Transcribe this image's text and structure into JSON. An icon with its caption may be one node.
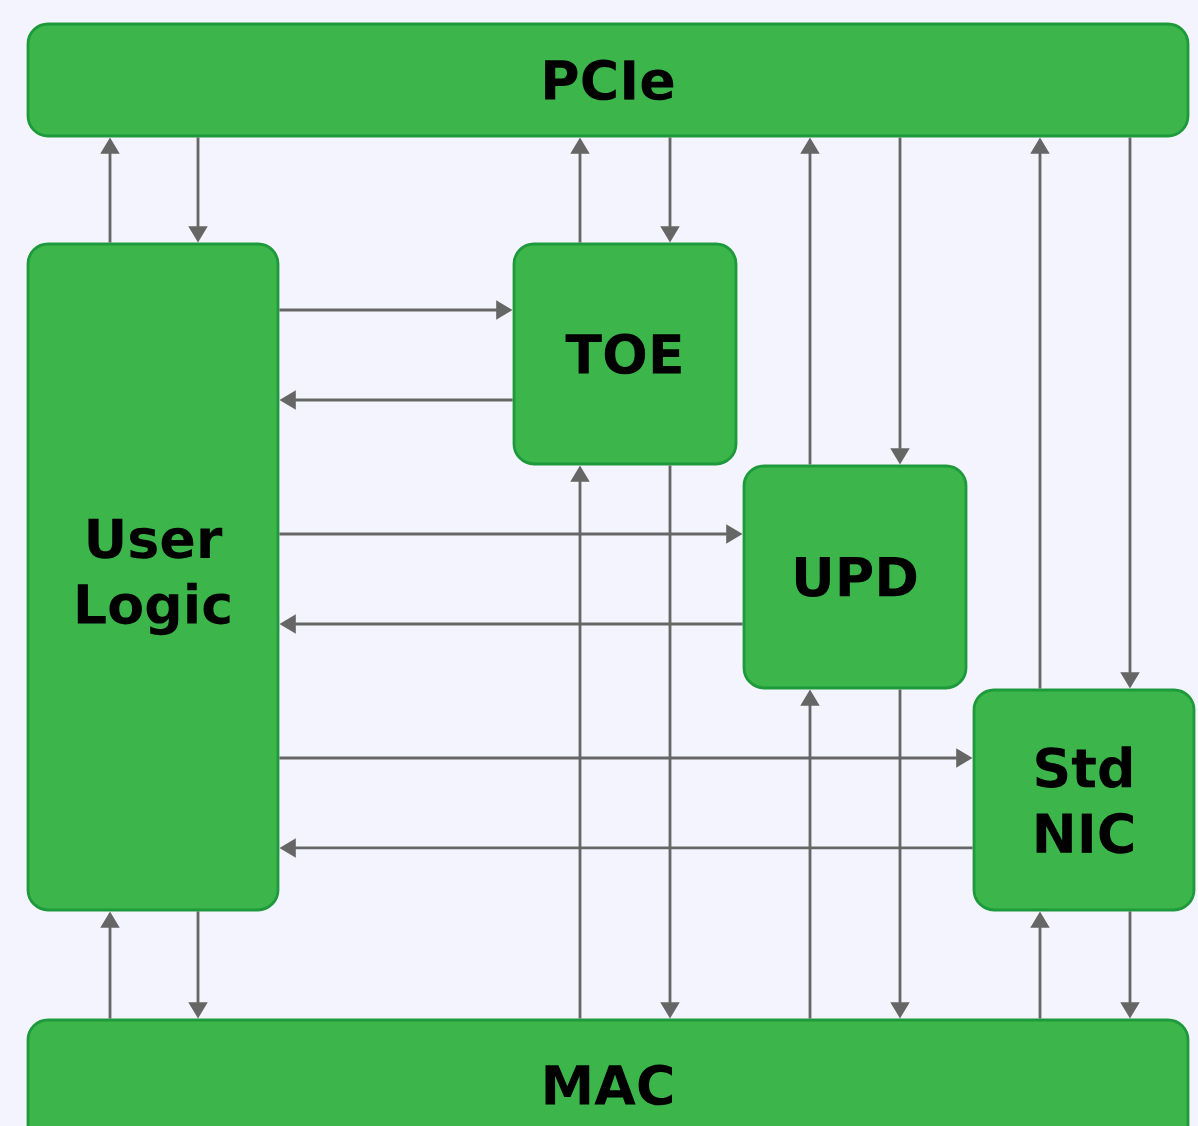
{
  "diagram": {
    "nodes": [
      {
        "text": [
          "PCIe"
        ]
      },
      {
        "text": [
          "User Logic"
        ]
      },
      {
        "text": [
          "TOE"
        ]
      },
      {
        "text": [
          "UPD"
        ]
      },
      {
        "text": [
          "Std NIC"
        ]
      },
      {
        "text": [
          "MAC"
        ]
      }
    ],
    "edges": [
      {
        "from": 1,
        "to": 0,
        "arrow": "to"
      },
      {
        "from": 0,
        "to": 1,
        "arrow": "to"
      },
      {
        "from": 2,
        "to": 0,
        "arrow": "to"
      },
      {
        "from": 0,
        "to": 2,
        "arrow": "to"
      },
      {
        "from": 3,
        "to": 0,
        "arrow": "to"
      },
      {
        "from": 0,
        "to": 3,
        "arrow": "to"
      },
      {
        "from": 4,
        "to": 0,
        "arrow": "to"
      },
      {
        "from": 0,
        "to": 4,
        "arrow": "to"
      },
      {
        "from": 1,
        "to": 2,
        "arrow": "to"
      },
      {
        "from": 2,
        "to": 1,
        "arrow": "to"
      },
      {
        "from": 1,
        "to": 3,
        "arrow": "to"
      },
      {
        "from": 3,
        "to": 1,
        "arrow": "to"
      },
      {
        "from": 1,
        "to": 4,
        "arrow": "to"
      },
      {
        "from": 4,
        "to": 1,
        "arrow": "to"
      },
      {
        "from": 5,
        "to": 1,
        "arrow": "to"
      },
      {
        "from": 1,
        "to": 5,
        "arrow": "to"
      },
      {
        "from": 5,
        "to": 2,
        "arrow": "to"
      },
      {
        "from": 2,
        "to": 5,
        "arrow": "to"
      },
      {
        "from": 5,
        "to": 3,
        "arrow": "to"
      },
      {
        "from": 3,
        "to": 5,
        "arrow": "to"
      },
      {
        "from": 5,
        "to": 4,
        "arrow": "to"
      },
      {
        "from": 4,
        "to": 5,
        "arrow": "to"
      }
    ]
  }
}
